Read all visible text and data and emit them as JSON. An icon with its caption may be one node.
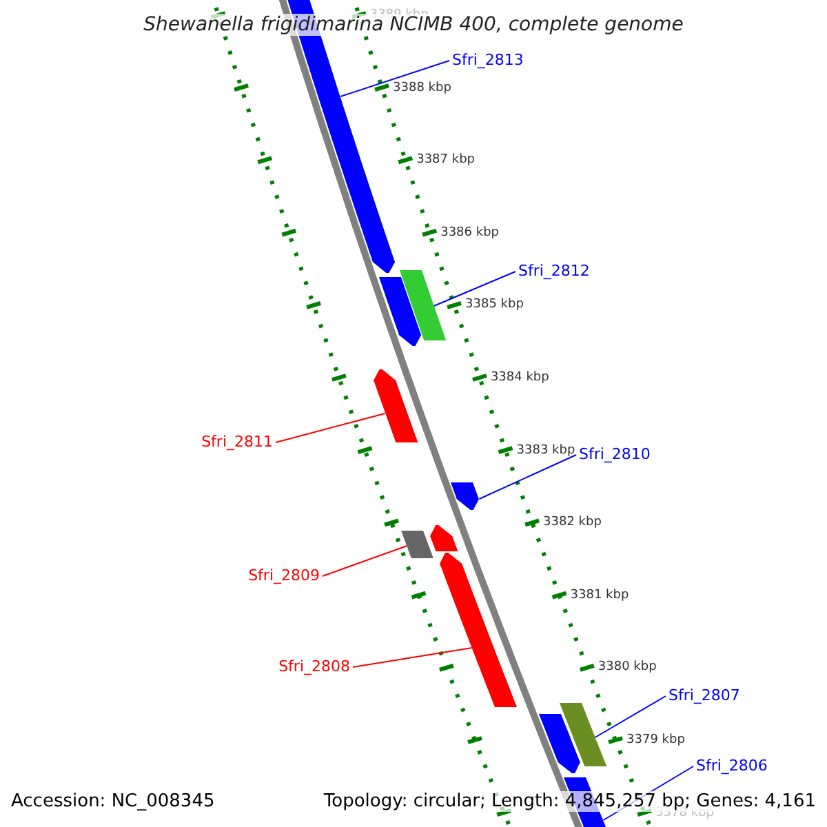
{
  "diagram": {
    "title": "Shewanella frigidimarina NCIMB 400, complete genome",
    "nodes": [
      {
        "text": [
          "Sfri_2813"
        ]
      },
      {
        "text": [
          "Sfri_2812"
        ]
      },
      {
        "text": [
          "Sfri_2811"
        ]
      },
      {
        "text": [
          "Sfri_2810"
        ]
      },
      {
        "text": [
          "Sfri_2809"
        ]
      },
      {
        "text": [
          "Sfri_2808"
        ]
      },
      {
        "text": [
          "Sfri_2807"
        ]
      },
      {
        "text": [
          "Sfri_2806"
        ]
      },
      {
        "text": [],
        "shape": "arrow"
      },
      {
        "text": [],
        "shape": "arrow"
      },
      {
        "text": [],
        "shape": "box"
      },
      {
        "text": [],
        "shape": "arrow"
      },
      {
        "text": [],
        "shape": "arrow"
      },
      {
        "text": [],
        "shape": "box"
      },
      {
        "text": [],
        "shape": "arrow"
      },
      {
        "text": [],
        "shape": "arrow"
      },
      {
        "text": [],
        "shape": "arrow"
      },
      {
        "text": [],
        "shape": "box"
      },
      {
        "text": [],
        "shape": "arrow"
      }
    ],
    "edges": [
      {
        "from": 0,
        "to": 8,
        "arrow": "none"
      },
      {
        "from": 1,
        "to": 10,
        "arrow": "none"
      },
      {
        "from": 2,
        "to": 11,
        "arrow": "none",
        "color": "#ff0000"
      },
      {
        "from": 3,
        "to": 12,
        "arrow": "none"
      },
      {
        "from": 4,
        "to": 13,
        "arrow": "none",
        "color": "#ff0000"
      },
      {
        "from": 5,
        "to": 15,
        "arrow": "none",
        "color": "#ff0000"
      },
      {
        "from": 6,
        "to": 17,
        "arrow": "none"
      },
      {
        "from": 7,
        "to": 18,
        "arrow": "none"
      }
    ],
    "labels": [
      "3389 kbp",
      "3388 kbp",
      "3387 kbp",
      "3386 kbp",
      "3385 kbp",
      "3384 kbp",
      "3383 kbp",
      "3382 kbp",
      "3381 kbp",
      "3380 kbp",
      "3379 kbp",
      "3378 kbp",
      "Accession: NC_008345",
      "Topology: circular; Length: 4,845,257 bp; Genes: 4,161"
    ]
  }
}
